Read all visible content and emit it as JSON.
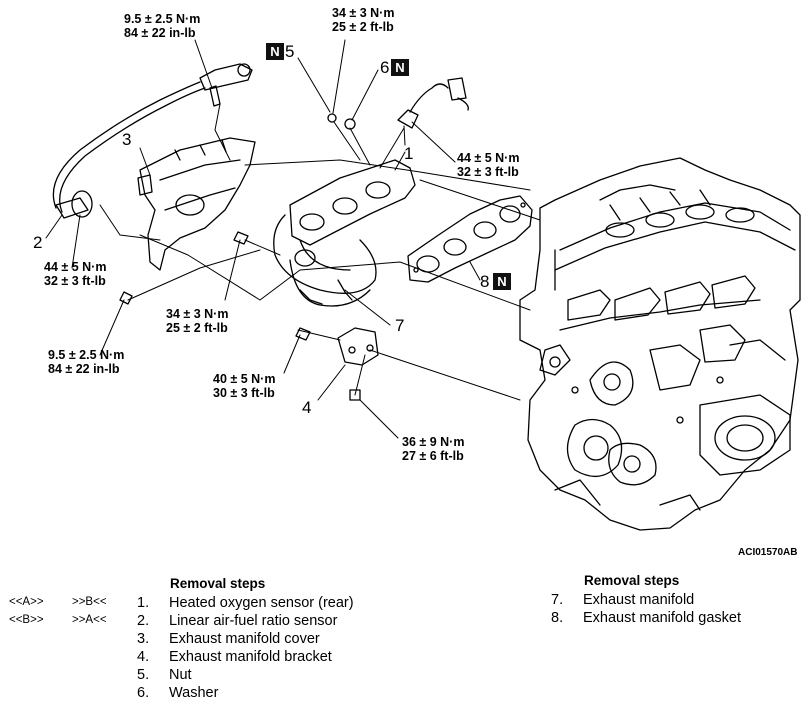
{
  "figure_code": "ACI01570AB",
  "torques": {
    "t1": [
      "9.5 ± 2.5 N·m",
      "84 ± 22 in-lb"
    ],
    "t2": [
      "34 ± 3 N·m",
      "25 ± 2 ft-lb"
    ],
    "t3": [
      "44 ± 5 N·m",
      "32 ± 3 ft-lb"
    ],
    "t4": [
      "44 ± 5 N·m",
      "32 ± 3 ft-lb"
    ],
    "t5": [
      "34 ± 3 N·m",
      "25 ± 2 ft-lb"
    ],
    "t6": [
      "9.5 ± 2.5 N·m",
      "84 ± 22 in-lb"
    ],
    "t7": [
      "40 ± 5 N·m",
      "30 ± 3 ft-lb"
    ],
    "t8": [
      "36 ± 9 N·m",
      "27 ± 6 ft-lb"
    ]
  },
  "callouts": {
    "c1": "1",
    "c2": "2",
    "c3": "3",
    "c4": "4",
    "c5": "5",
    "c6": "6",
    "c7": "7",
    "c8": "8"
  },
  "badge": "N",
  "removal": {
    "heading": "Removal steps",
    "refs": [
      {
        "a": "<<A>>",
        "b": ">>B<<"
      },
      {
        "a": "<<B>>",
        "b": ">>A<<"
      }
    ],
    "left_steps": [
      {
        "n": "1.",
        "t": "Heated oxygen sensor (rear)"
      },
      {
        "n": "2.",
        "t": "Linear air-fuel ratio sensor"
      },
      {
        "n": "3.",
        "t": "Exhaust manifold cover"
      },
      {
        "n": "4.",
        "t": "Exhaust manifold bracket"
      },
      {
        "n": "5.",
        "t": "Nut"
      },
      {
        "n": "6.",
        "t": "Washer"
      }
    ],
    "right_steps": [
      {
        "n": "7.",
        "t": "Exhaust manifold"
      },
      {
        "n": "8.",
        "t": "Exhaust manifold gasket"
      }
    ]
  }
}
